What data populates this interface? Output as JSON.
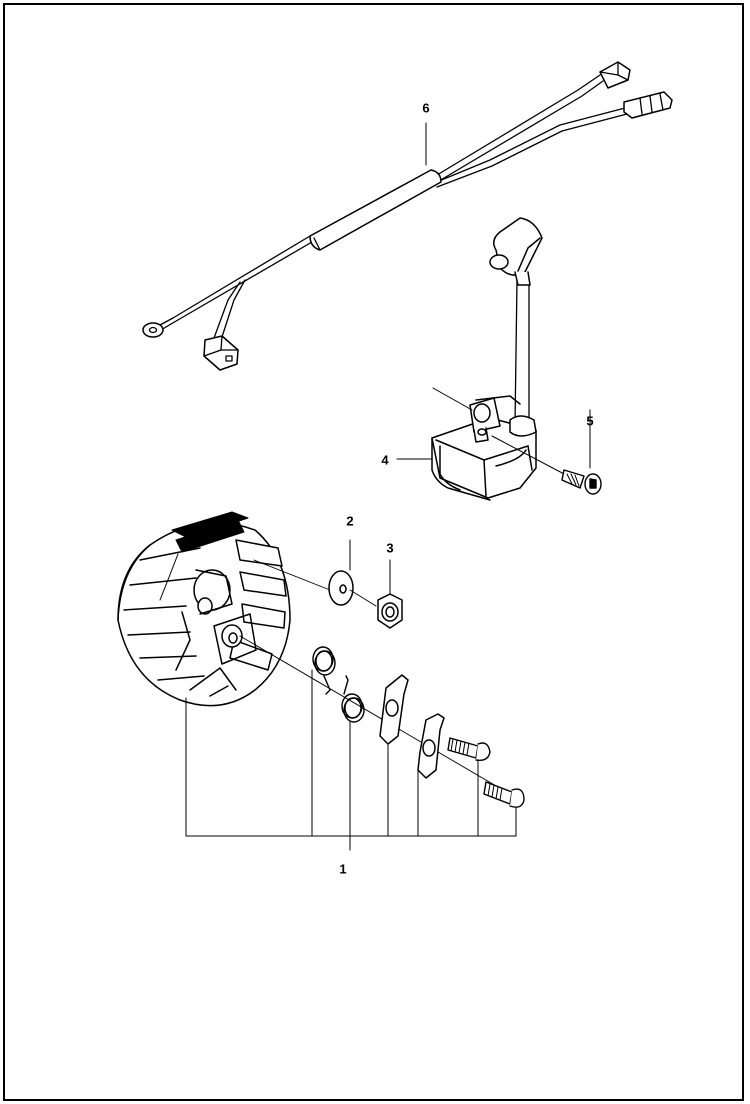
{
  "diagram": {
    "callouts": [
      {
        "id": "c1",
        "label": "1"
      },
      {
        "id": "c2",
        "label": "2"
      },
      {
        "id": "c3",
        "label": "3"
      },
      {
        "id": "c4",
        "label": "4"
      },
      {
        "id": "c5",
        "label": "5"
      },
      {
        "id": "c6",
        "label": "6"
      }
    ],
    "parts": [
      {
        "label": "1",
        "icon": "flywheel-assembly"
      },
      {
        "label": "2",
        "icon": "washer"
      },
      {
        "label": "3",
        "icon": "hex-nut"
      },
      {
        "label": "4",
        "icon": "ignition-module"
      },
      {
        "label": "5",
        "icon": "screw"
      },
      {
        "label": "6",
        "icon": "cable-harness"
      }
    ],
    "line_color": "#000000",
    "fill_color": "#ffffff"
  }
}
